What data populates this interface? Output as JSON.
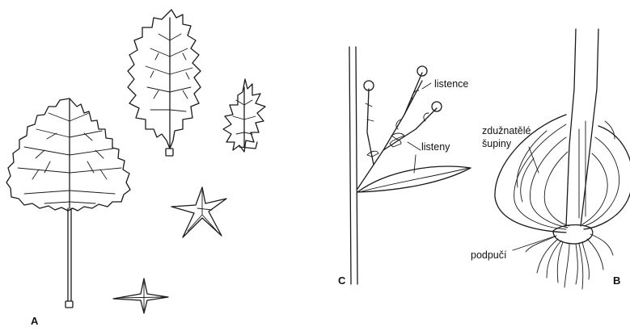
{
  "panel_letters": {
    "a": "A",
    "b": "B",
    "c": "C"
  },
  "labels": {
    "listence": "listence",
    "listeny": "listeny",
    "zduznatele_line1": "zdužnatělé",
    "zduznatele_line2": "šupiny",
    "podpuci": "podpučí"
  }
}
